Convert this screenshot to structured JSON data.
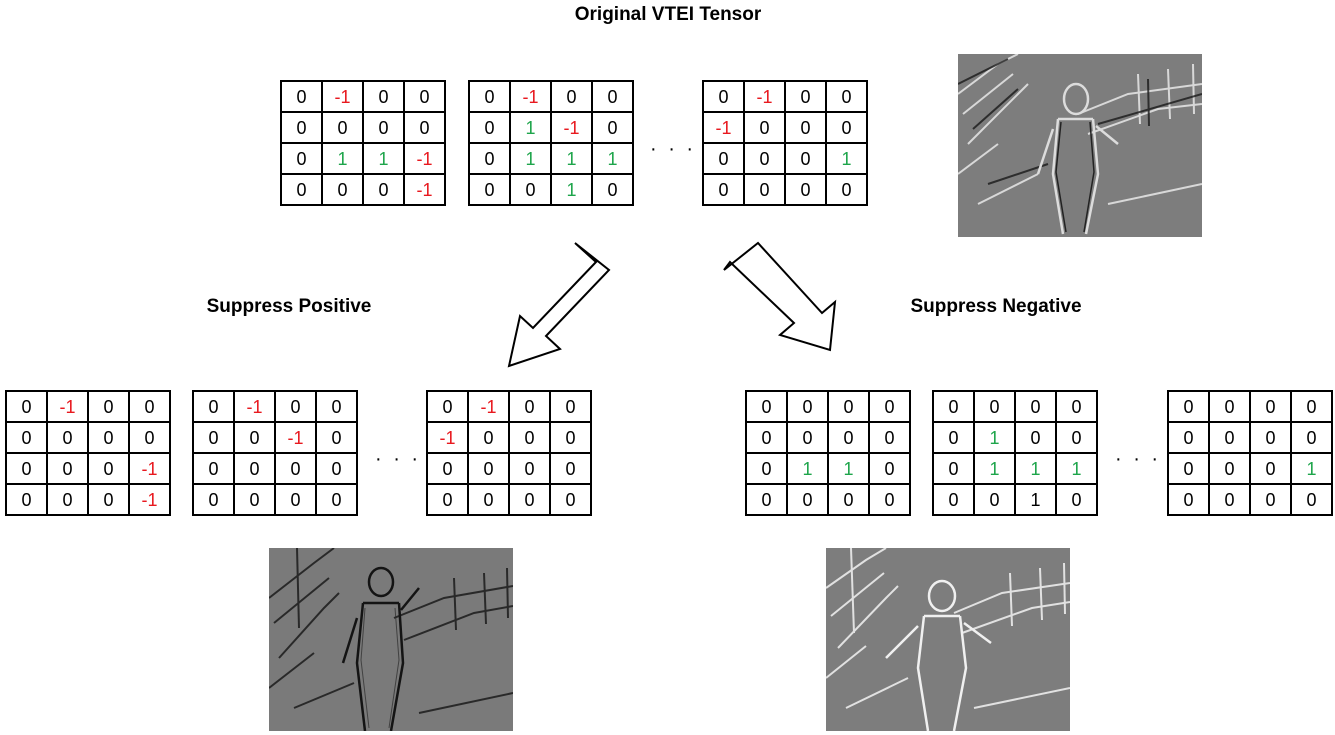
{
  "titles": {
    "original": "Original VTEI Tensor",
    "suppress_positive": "Suppress Positive",
    "suppress_negative": "Suppress Negative"
  },
  "ellipsis": "· · ·",
  "colors": {
    "negative": "#e8191f",
    "positive": "#1ea54b",
    "text": "#000000",
    "frame_gray": "#7d7d7d"
  },
  "original": [
    [
      [
        "0",
        "-1",
        "0",
        "0"
      ],
      [
        "0",
        "0",
        "0",
        "0"
      ],
      [
        "0",
        "1",
        "1",
        "-1"
      ],
      [
        "0",
        "0",
        "0",
        "-1"
      ]
    ],
    [
      [
        "0",
        "-1",
        "0",
        "0"
      ],
      [
        "0",
        "1",
        "-1",
        "0"
      ],
      [
        "0",
        "1",
        "1",
        "1"
      ],
      [
        "0",
        "0",
        "1",
        "0"
      ]
    ],
    [
      [
        "0",
        "-1",
        "0",
        "0"
      ],
      [
        "-1",
        "0",
        "0",
        "0"
      ],
      [
        "0",
        "0",
        "0",
        "1"
      ],
      [
        "0",
        "0",
        "0",
        "0"
      ]
    ]
  ],
  "suppress_positive": [
    [
      [
        "0",
        "-1",
        "0",
        "0"
      ],
      [
        "0",
        "0",
        "0",
        "0"
      ],
      [
        "0",
        "0",
        "0",
        "-1"
      ],
      [
        "0",
        "0",
        "0",
        "-1"
      ]
    ],
    [
      [
        "0",
        "-1",
        "0",
        "0"
      ],
      [
        "0",
        "0",
        "-1",
        "0"
      ],
      [
        "0",
        "0",
        "0",
        "0"
      ],
      [
        "0",
        "0",
        "0",
        "0"
      ]
    ],
    [
      [
        "0",
        "-1",
        "0",
        "0"
      ],
      [
        "-1",
        "0",
        "0",
        "0"
      ],
      [
        "0",
        "0",
        "0",
        "0"
      ],
      [
        "0",
        "0",
        "0",
        "0"
      ]
    ]
  ],
  "suppress_negative": [
    [
      [
        "0",
        "0",
        "0",
        "0"
      ],
      [
        "0",
        "0",
        "0",
        "0"
      ],
      [
        "0",
        "1",
        "1",
        "0"
      ],
      [
        "0",
        "0",
        "0",
        "0"
      ]
    ],
    [
      [
        "0",
        "0",
        "0",
        "0"
      ],
      [
        "0",
        "1",
        "0",
        "0"
      ],
      [
        "0",
        "1",
        "1",
        "1"
      ],
      [
        "0",
        "0",
        "1",
        "0"
      ]
    ],
    [
      [
        "0",
        "0",
        "0",
        "0"
      ],
      [
        "0",
        "0",
        "0",
        "0"
      ],
      [
        "0",
        "0",
        "0",
        "1"
      ],
      [
        "0",
        "0",
        "0",
        "0"
      ]
    ]
  ],
  "uncolored_cells": [
    {
      "group": "suppress_negative",
      "matrix": 1,
      "row": 3,
      "col": 2
    }
  ]
}
